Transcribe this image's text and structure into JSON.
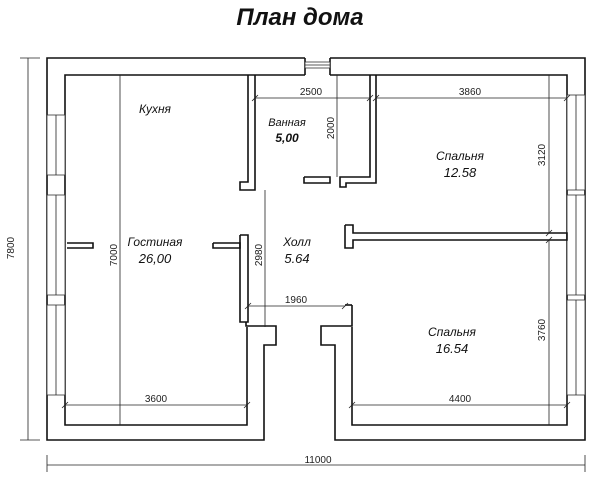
{
  "title": "План дома",
  "rooms": {
    "kitchen": {
      "name": "Кухня"
    },
    "bathroom": {
      "name": "Ванная",
      "area": "5,00"
    },
    "bedroom1": {
      "name": "Спальня",
      "area": "12.58"
    },
    "living": {
      "name": "Гостиная",
      "area": "26,00"
    },
    "hall": {
      "name": "Холл",
      "area": "5.64"
    },
    "bedroom2": {
      "name": "Спальня",
      "area": "16.54"
    }
  },
  "dimensions": {
    "total_width": "11000",
    "total_height": "7800",
    "living_height": "7000",
    "living_width": "3600",
    "bath_width": "2500",
    "bath_height": "2000",
    "bedroom1_width": "3860",
    "bedroom1_height": "3120",
    "hall_height": "2980",
    "hall_width": "1960",
    "bedroom2_height": "3760",
    "bedroom2_width": "4400"
  }
}
